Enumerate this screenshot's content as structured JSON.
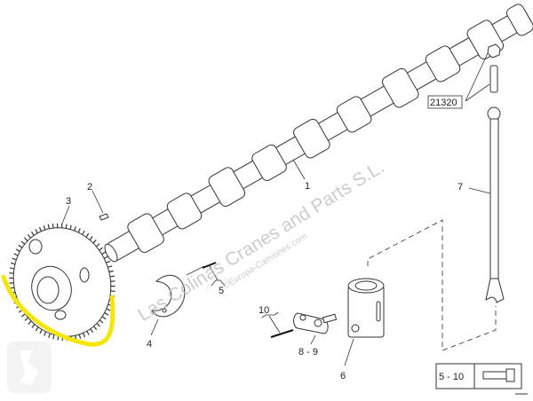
{
  "diagram": {
    "callouts": {
      "c1": "1",
      "c2": "2",
      "c3": "3",
      "c4": "4",
      "c5": "5",
      "c6": "6",
      "c7": "7",
      "c89": "8 - 9",
      "c10": "10",
      "ref_box": "21320"
    },
    "table": {
      "ref": "5 - 10",
      "icon": "bolt-icon"
    },
    "watermark": {
      "main": "Las Colinas Cranes and Parts S.L.",
      "sub": "©Europa-Camiones.com"
    },
    "colors": {
      "highlight": "#f5e50a",
      "line": "#333333",
      "watermark": "#bbbbbb"
    }
  }
}
